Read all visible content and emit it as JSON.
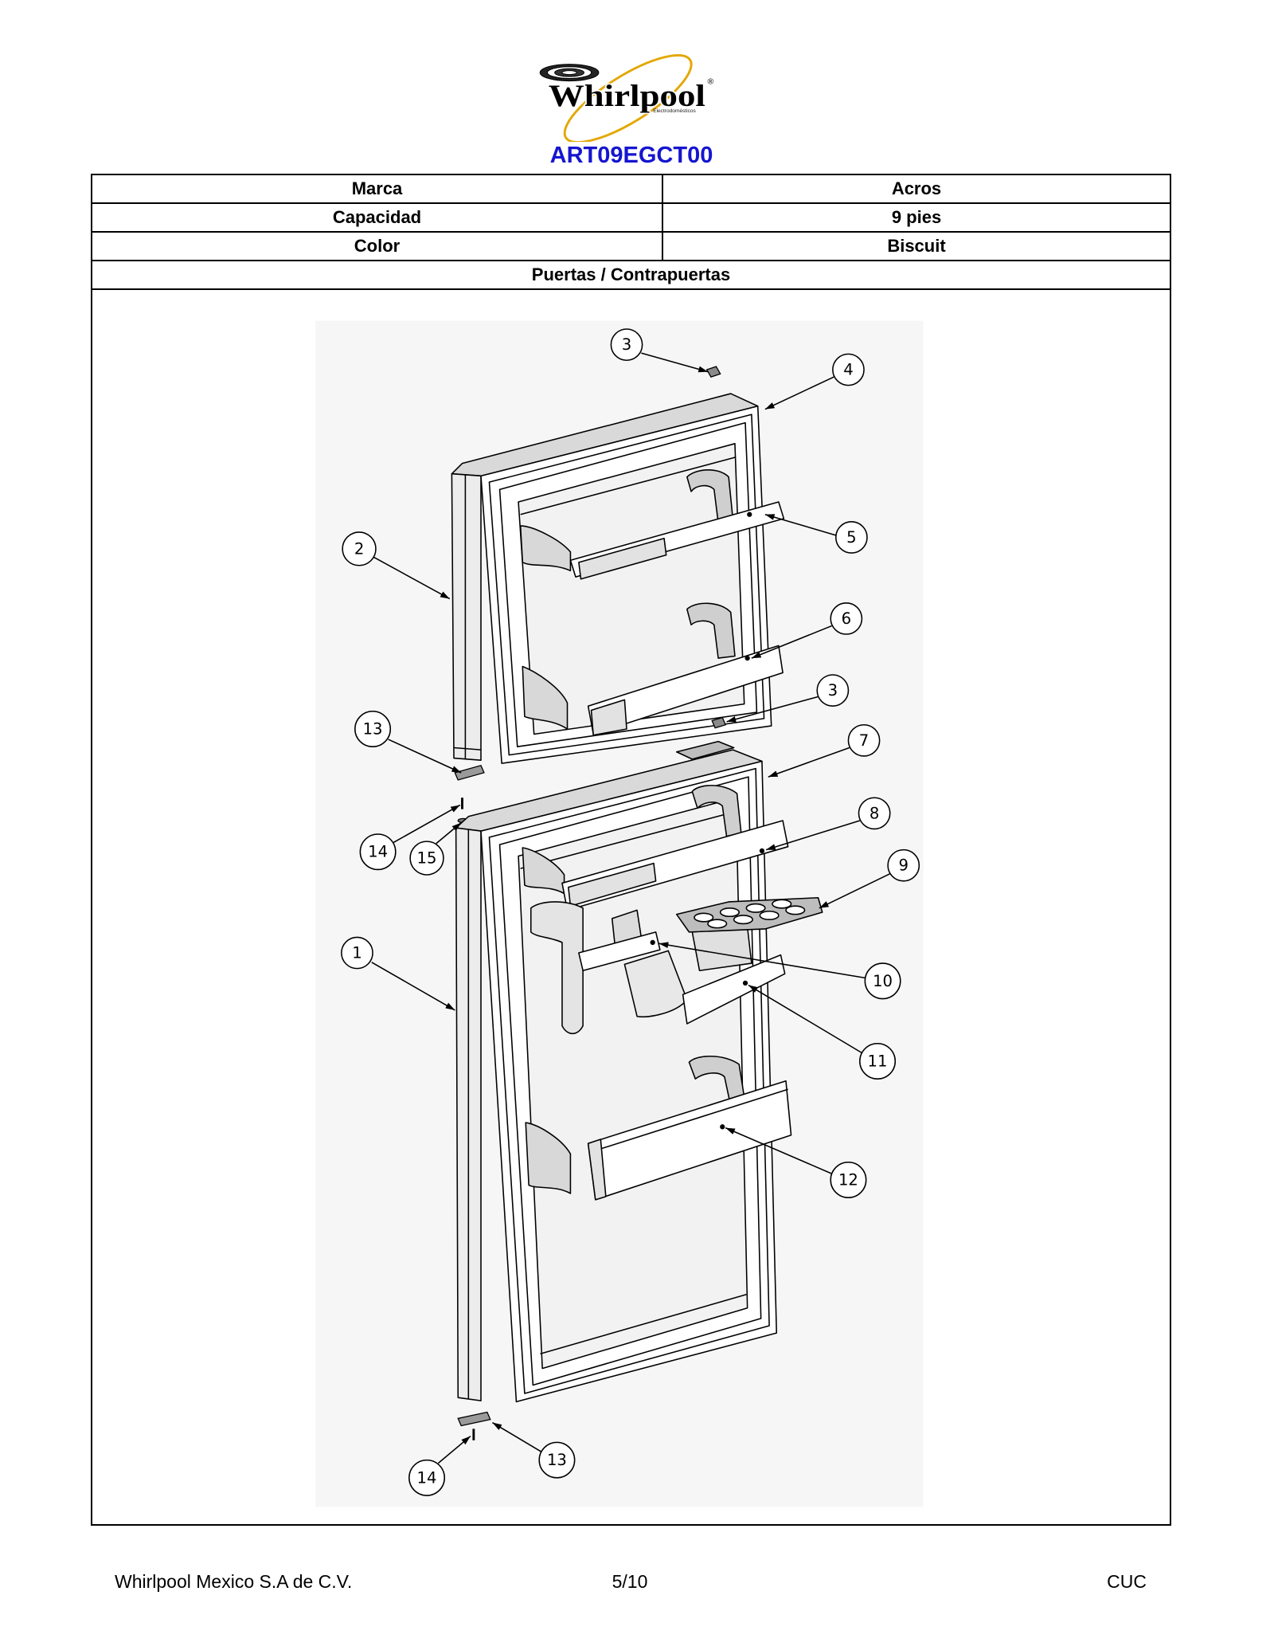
{
  "logo": {
    "brand": "Whirlpool",
    "registered_mark": "®",
    "tagline": "Electrodomésticos",
    "swoosh_color": "#E3A700"
  },
  "model": {
    "code": "ART09EGCT00",
    "color": "#1515D0"
  },
  "specs": [
    {
      "label": "Marca",
      "value": "Acros"
    },
    {
      "label": "Capacidad",
      "value": "9 pies"
    },
    {
      "label": "Color",
      "value": "Biscuit"
    }
  ],
  "section": {
    "title": "Puertas / Contrapuertas"
  },
  "diagram": {
    "callouts": [
      "3",
      "4",
      "5",
      "2",
      "6",
      "3",
      "13",
      "7",
      "8",
      "14",
      "15",
      "9",
      "1",
      "10",
      "11",
      "12",
      "13",
      "14"
    ]
  },
  "footer": {
    "company": "Whirlpool Mexico S.A de C.V.",
    "page": "5/10",
    "code": "CUC"
  }
}
